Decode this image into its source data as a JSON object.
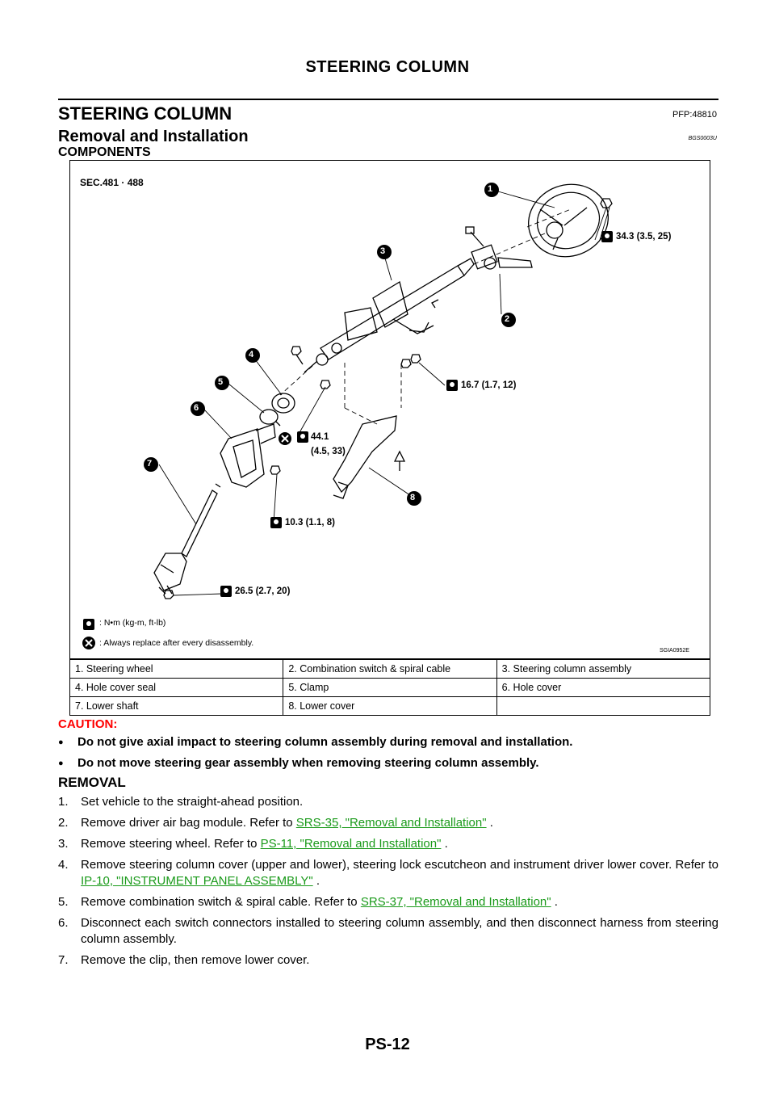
{
  "header": {
    "title": "STEERING COLUMN"
  },
  "section": {
    "title": "STEERING COLUMN",
    "code": "PFP:48810"
  },
  "subsection": {
    "title": "Removal and Installation",
    "code": "BGS0003U"
  },
  "components_title": "COMPONENTS",
  "figure": {
    "sec_ref": "SEC.481 · 488",
    "callouts": [
      "1",
      "2",
      "3",
      "4",
      "5",
      "6",
      "7",
      "8"
    ],
    "torque_labels": {
      "t1": "34.3 (3.5, 25)",
      "t2": "16.7 (1.7, 12)",
      "t3_line1": "44.1",
      "t3_line2": "(4.5, 33)",
      "t4": "10.3 (1.1, 8)",
      "t5": "26.5 (2.7, 20)"
    },
    "legend": {
      "torque": ": N•m (kg-m, ft-lb)",
      "replace": ": Always replace after every disassembly."
    },
    "figure_id": "SGIA0952E"
  },
  "parts": [
    [
      "1. Steering wheel",
      "2. Combination switch & spiral cable",
      "3. Steering column assembly"
    ],
    [
      "4. Hole cover seal",
      "5. Clamp",
      "6. Hole cover"
    ],
    [
      "7. Lower shaft",
      "8. Lower cover",
      ""
    ]
  ],
  "caution": {
    "title": "CAUTION:",
    "items": [
      "Do not give axial impact to steering column assembly during removal and installation.",
      "Do not move steering gear assembly when removing steering column assembly."
    ]
  },
  "removal": {
    "title": "REMOVAL",
    "steps": [
      {
        "num": "1.",
        "pre": "Set vehicle to the straight-ahead position.",
        "link": "",
        "post": ""
      },
      {
        "num": "2.",
        "pre": "Remove driver air bag module. Refer to ",
        "link": "SRS-35, \"Removal and Installation\"",
        "post": " ."
      },
      {
        "num": "3.",
        "pre": "Remove steering wheel. Refer to ",
        "link": "PS-11, \"Removal and Installation\"",
        "post": " ."
      },
      {
        "num": "4.",
        "pre": "Remove steering column cover (upper and lower), steering lock escutcheon and instrument driver lower cover. Refer to ",
        "link": "IP-10, \"INSTRUMENT PANEL ASSEMBLY\"",
        "post": " ."
      },
      {
        "num": "5.",
        "pre": "Remove combination switch & spiral cable. Refer to ",
        "link": "SRS-37, \"Removal and Installation\"",
        "post": " ."
      },
      {
        "num": "6.",
        "pre": "Disconnect each switch connectors installed to steering column assembly, and then disconnect harness from steering column assembly.",
        "link": "",
        "post": ""
      },
      {
        "num": "7.",
        "pre": "Remove the clip, then remove lower cover.",
        "link": "",
        "post": ""
      }
    ]
  },
  "page_number": "PS-12"
}
